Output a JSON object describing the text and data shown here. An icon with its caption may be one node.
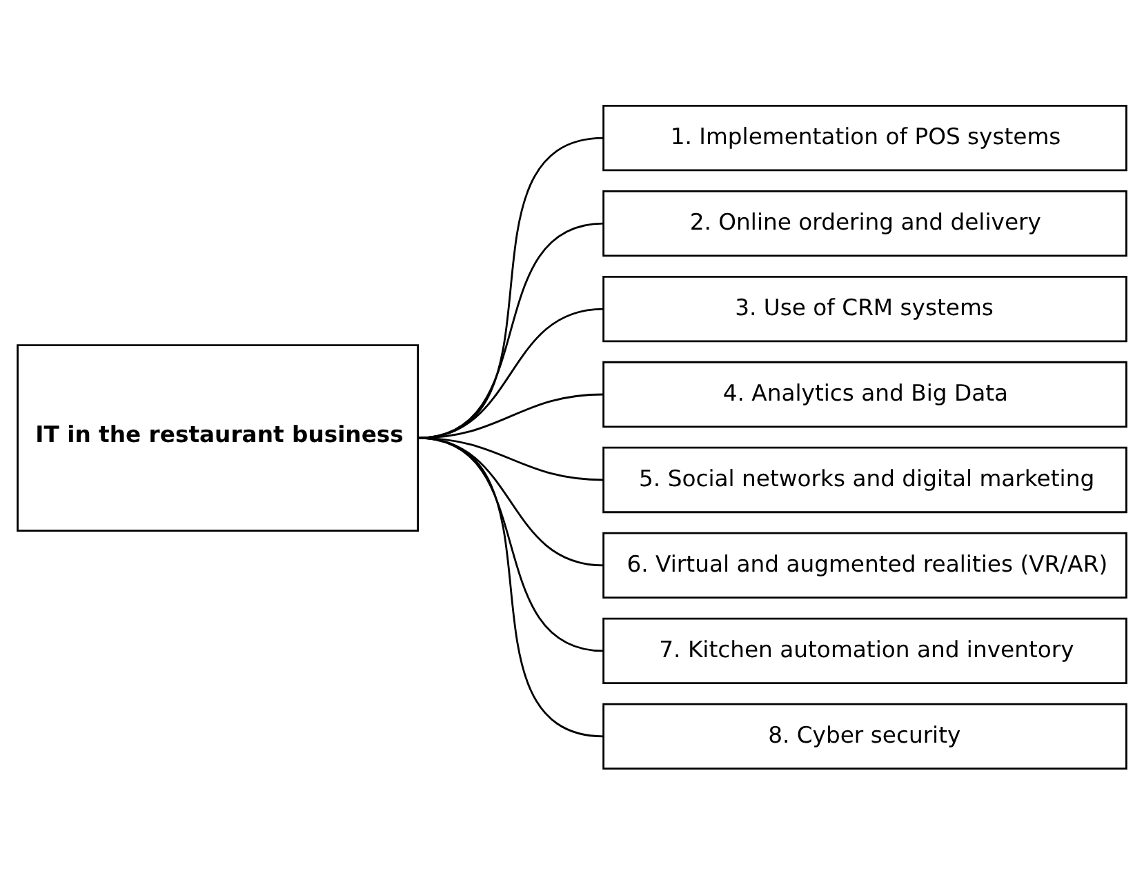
{
  "diagram": {
    "nodes": [
      {
        "text": [
          "IT in the restaurant business"
        ]
      },
      {
        "text": [
          "1. Implementation of POS systems"
        ]
      },
      {
        "text": [
          "2. Online ordering and delivery"
        ]
      },
      {
        "text": [
          "3. Use of CRM systems"
        ]
      },
      {
        "text": [
          "4. Analytics and Big Data"
        ]
      },
      {
        "text": [
          "5. Social networks and digital marketing"
        ]
      },
      {
        "text": [
          "6. Virtual and augmented realities (VR/AR)"
        ]
      },
      {
        "text": [
          "7. Kitchen automation and inventory"
        ]
      },
      {
        "text": [
          "8. Cyber security"
        ]
      }
    ],
    "edges": [
      {
        "from": 0,
        "to": 1,
        "arrow": "none"
      },
      {
        "from": 0,
        "to": 2,
        "arrow": "none"
      },
      {
        "from": 0,
        "to": 3,
        "arrow": "none"
      },
      {
        "from": 0,
        "to": 4,
        "arrow": "none"
      },
      {
        "from": 0,
        "to": 5,
        "arrow": "none"
      },
      {
        "from": 0,
        "to": 6,
        "arrow": "none"
      },
      {
        "from": 0,
        "to": 7,
        "arrow": "none"
      },
      {
        "from": 0,
        "to": 8,
        "arrow": "none"
      }
    ]
  }
}
